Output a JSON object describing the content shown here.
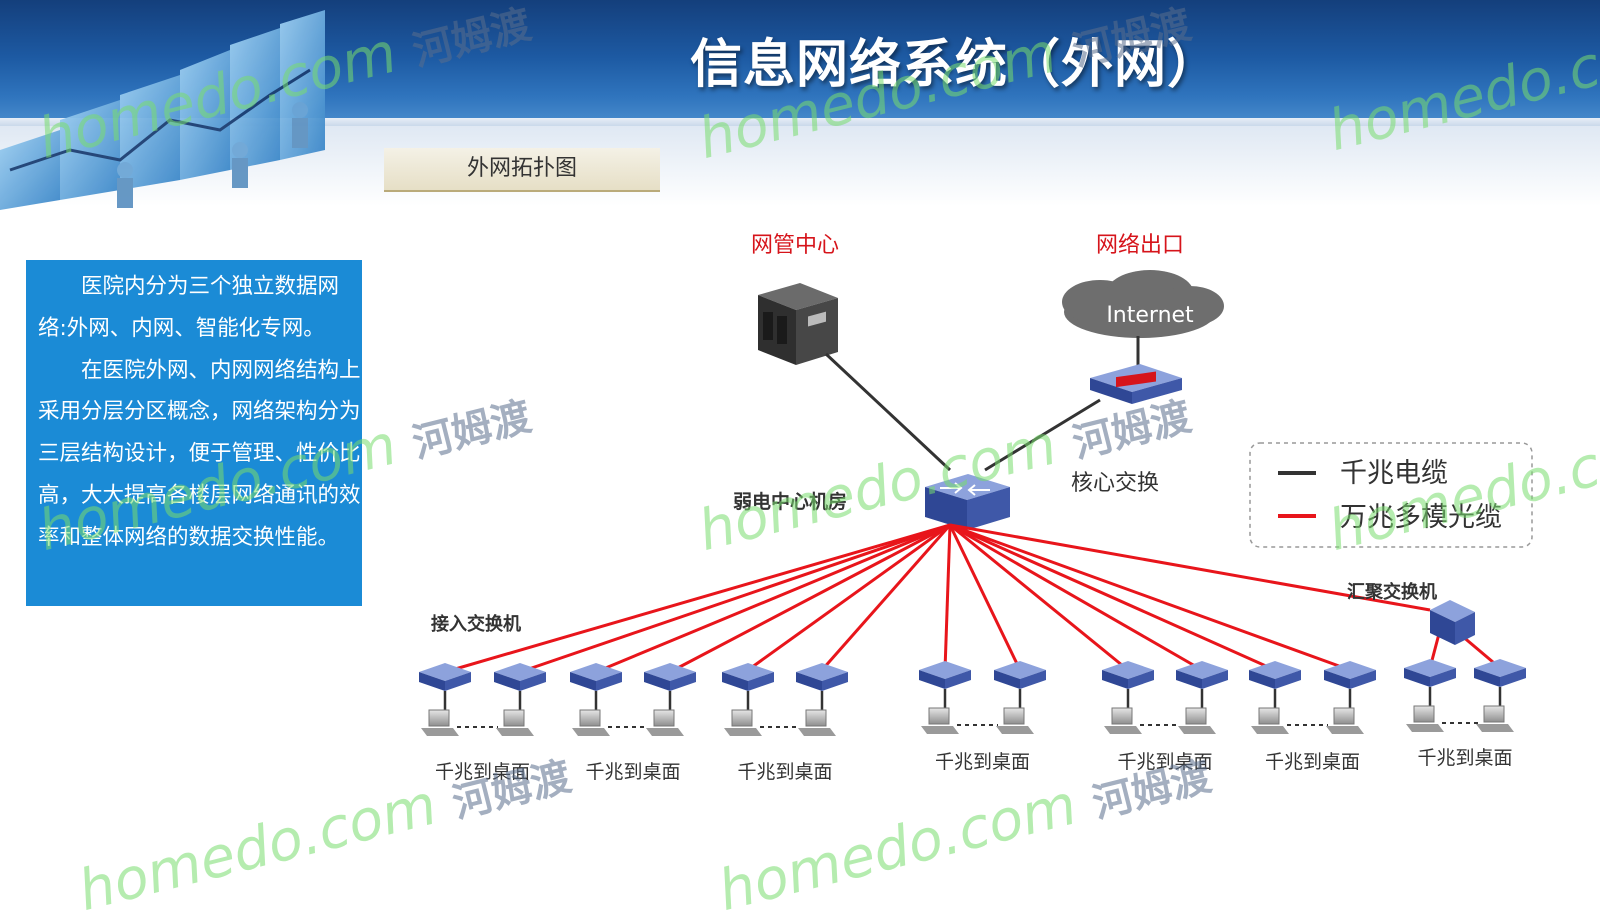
{
  "header": {
    "title": "信息网络系统（外网）"
  },
  "section_label": "外网拓扑图",
  "description": {
    "paragraphs": [
      "医院内分为三个独立数据网络:外网、内网、智能化专网。",
      "在医院外网、内网网络结构上采用分层分区概念，网络架构分为三层结构设计，便于管理、性价比高，大大提高各楼层网络通讯的效率和整体网络的数据交换性能。"
    ]
  },
  "diagram": {
    "nms_label": "网管中心",
    "exit_label": "网络出口",
    "internet_label": "Internet",
    "core_label": "核心交换",
    "room_label": "弱电中心机房",
    "access_label": "接入交换机",
    "aggregation_label": "汇聚交换机",
    "legend": {
      "gigabit_copper": "千兆电缆",
      "tengig_fiber": "万兆多模光缆"
    },
    "groups": [
      "千兆到桌面",
      "千兆到桌面",
      "千兆到桌面",
      "千兆到桌面",
      "千兆到桌面",
      "千兆到桌面",
      "千兆到桌面"
    ],
    "colors": {
      "fiber": "#e8151b",
      "copper": "#333333",
      "title_red": "#d6141b",
      "box_blue": "#1b8bd6"
    }
  },
  "watermark": {
    "latin": "homedo.com",
    "cn": "河姆渡"
  }
}
